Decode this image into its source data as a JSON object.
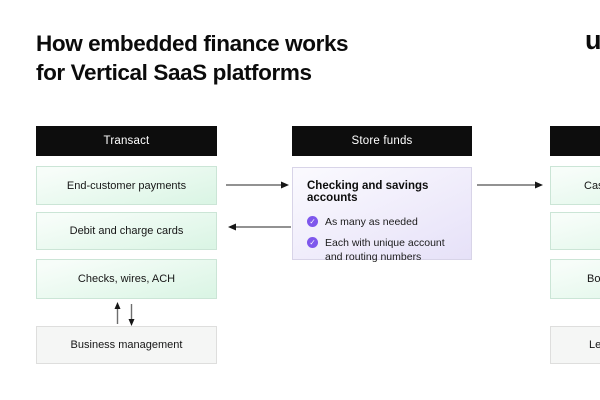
{
  "header": {
    "title_line1": "How embedded finance works",
    "title_line2": "for Vertical SaaS platforms",
    "logo_partial": "u"
  },
  "icons": {
    "check_glyph": "✓"
  },
  "columns": {
    "transact": {
      "header": "Transact",
      "items": [
        "End-customer payments",
        "Debit and charge cards",
        "Checks, wires, ACH"
      ],
      "footer_item": "Business management"
    },
    "store_funds": {
      "header": "Store funds",
      "card_title": "Checking and savings accounts",
      "bullets": [
        "As many as needed",
        "Each with unique account and routing numbers"
      ]
    },
    "third_cut_off": {
      "header": "",
      "items": [
        "Cas",
        "",
        "Bo"
      ],
      "footer_item": "Le"
    }
  },
  "colors": {
    "header_bg": "#0d0d0d",
    "header_text": "#ffffff",
    "green_box_top": "#f7fdf9",
    "green_box_bottom": "#dbf5e5",
    "green_box_border": "#cbe5d6",
    "gray_box_bg": "#f5f6f5",
    "gray_box_border": "#dededd",
    "purple_box_top": "#faf9fe",
    "purple_box_bottom": "#e6e1f8",
    "purple_box_border": "#d8d4e8",
    "accent_purple": "#7e57ec",
    "text": "#111111",
    "arrow": "#6e6e6e"
  }
}
